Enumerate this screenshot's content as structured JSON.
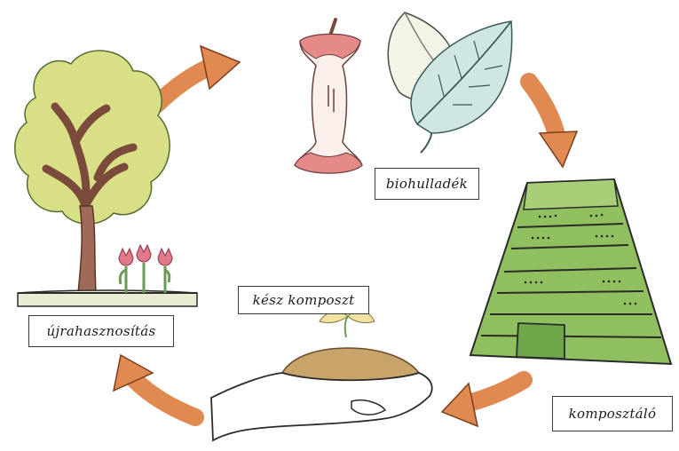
{
  "labels": {
    "biohulladek": "biohulladék",
    "kesz_komposzt": "kész komposzt",
    "ujrahasznositas": "újrahasznosítás",
    "komposztalo": "komposztáló"
  },
  "colors": {
    "arrow": "#e08a52",
    "tree_canopy": "#d8df86",
    "trunk": "#9b6a55",
    "bin_green": "#8fbf5e",
    "leaf_light": "#cfe6e2",
    "apple_red": "#e58a88",
    "soil": "#c9a46a"
  },
  "icons": {
    "tree": "tree-icon",
    "apple_core": "apple-core-icon",
    "leaves": "leaves-icon",
    "compost_bin": "compost-bin-icon",
    "hand_soil": "hand-soil-icon",
    "tulips": "tulip-icon"
  }
}
